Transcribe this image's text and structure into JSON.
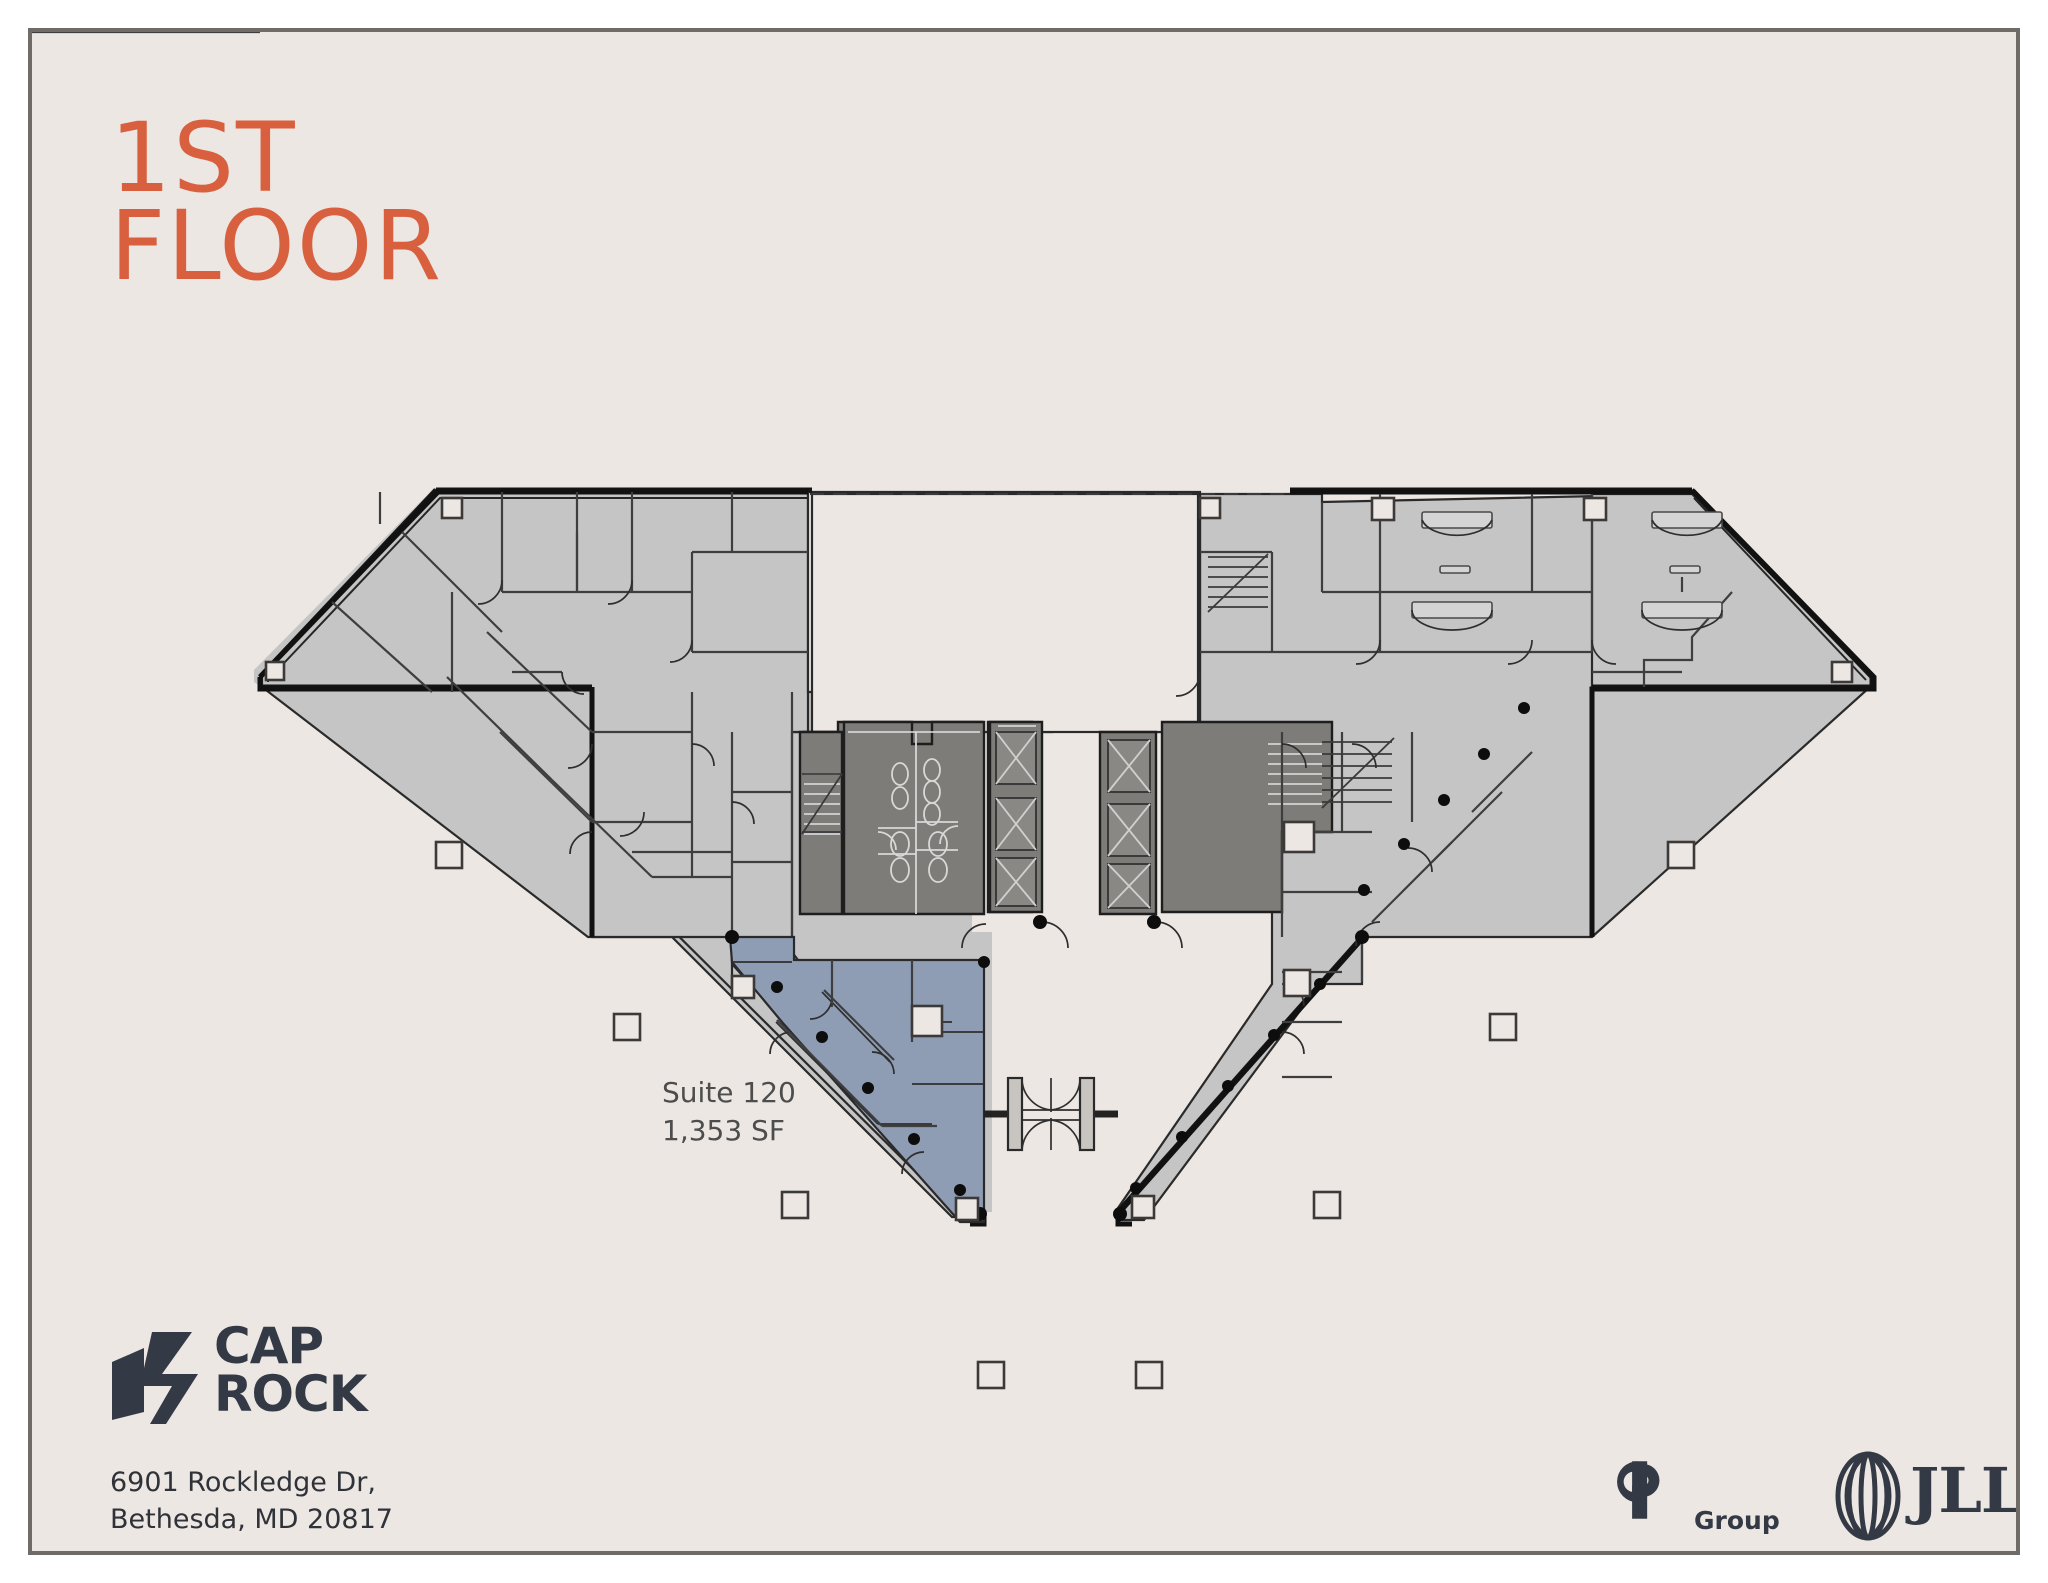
{
  "sheet": {
    "background_color": "#ece7e3",
    "border_color": "#6f6c68"
  },
  "title": {
    "line1": "1ST",
    "line2": "FLOOR",
    "color": "#d8603f"
  },
  "suite": {
    "name": "Suite 120",
    "area": "1,353 SF",
    "highlight_color": "#8f9db4",
    "text_color": "#4d4d4d"
  },
  "plan": {
    "floor_fill_color": "#c5c5c5",
    "core_fill_color": "#7e7c78",
    "atrium_fill_color": "#ece7e3",
    "wall_color": "#1b1b1b",
    "interior_line_color": "#4a4a4a",
    "column_marker_count": 9,
    "legend_note": ""
  },
  "branding": {
    "caprock": {
      "line1": "CAP",
      "line2": "ROCK",
      "color": "#343a45"
    },
    "address": {
      "line1": "6901 Rockledge Dr,",
      "line2": "Bethesda, MD 20817",
      "color": "#2f3238"
    },
    "cp_group": {
      "mark": "CP",
      "label": "Group",
      "color": "#343a45"
    },
    "jll": {
      "label": "JLL",
      "color": "#343a45"
    }
  }
}
